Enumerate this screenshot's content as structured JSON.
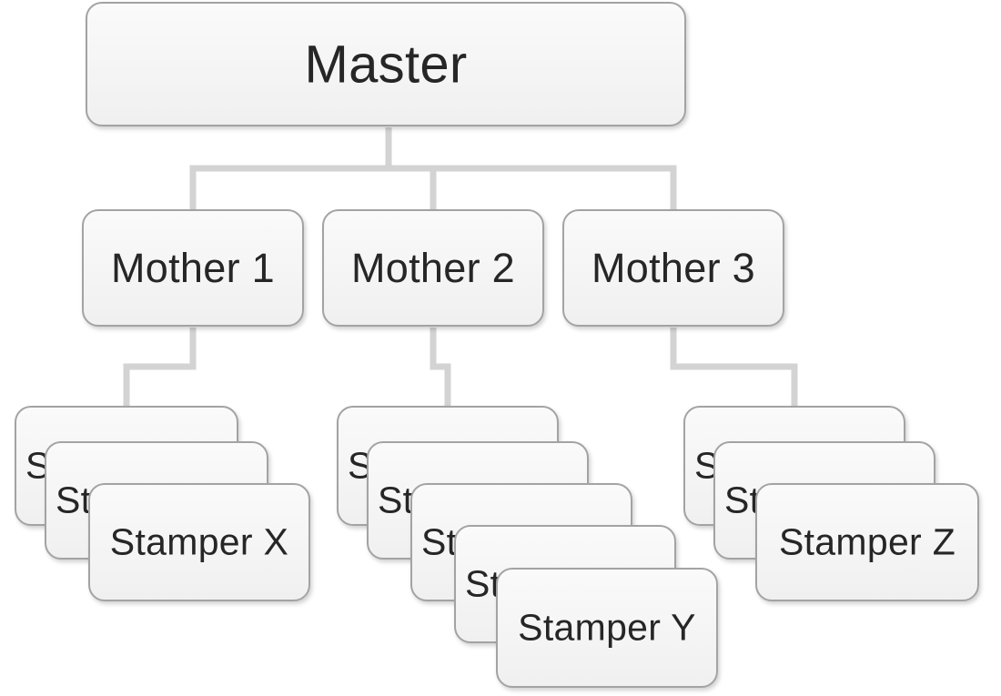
{
  "diagram": {
    "master": {
      "label": "Master"
    },
    "mothers": [
      {
        "label": "Mother 1"
      },
      {
        "label": "Mother 2"
      },
      {
        "label": "Mother 3"
      }
    ],
    "stampers": [
      {
        "label": "Stamper X",
        "stack_count": 3
      },
      {
        "label": "Stamper Y",
        "stack_count": 5
      },
      {
        "label": "Stamper Z",
        "stack_count": 3
      }
    ]
  },
  "colors": {
    "box_border": "#a3a3a3",
    "box_fill": "#f5f5f5",
    "connector": "#d3d3d3",
    "text": "#262626"
  }
}
